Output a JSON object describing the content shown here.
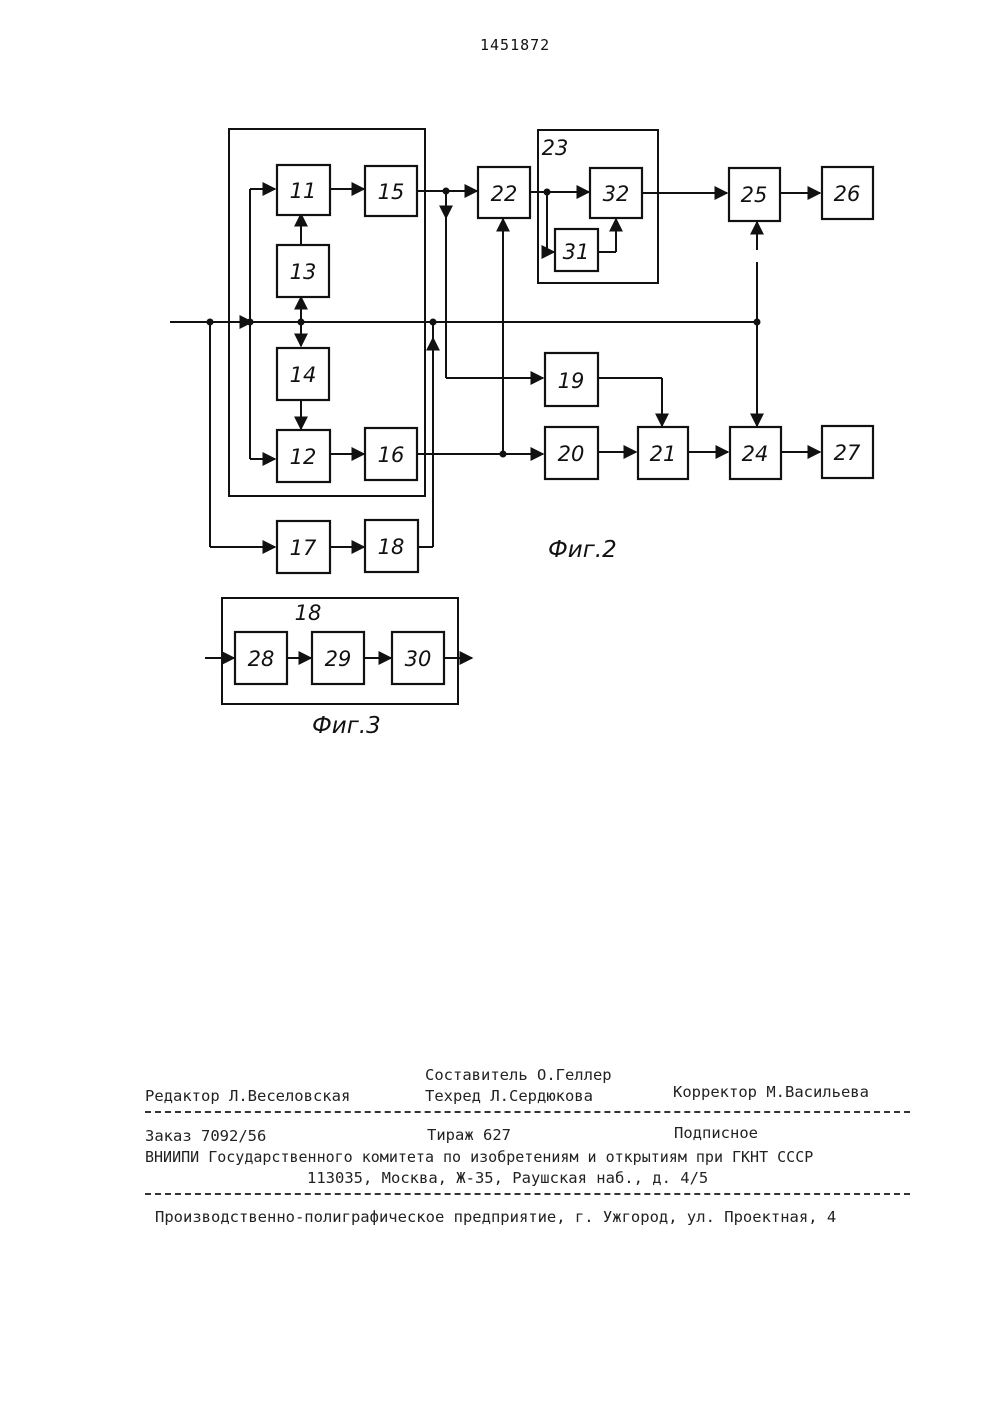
{
  "header": {
    "patent_number": "1451872"
  },
  "figure2": {
    "caption": "Фиг.2",
    "blocks": {
      "b11": "11",
      "b12": "12",
      "b13": "13",
      "b14": "14",
      "b15": "15",
      "b16": "16",
      "b17": "17",
      "b18": "18",
      "b19": "19",
      "b20": "20",
      "b21": "21",
      "b22": "22",
      "b24": "24",
      "b25": "25",
      "b26": "26",
      "b27": "27",
      "b31": "31",
      "b32": "32"
    },
    "group23_label": "23"
  },
  "figure3": {
    "caption": "Фиг.3",
    "group_label": "18",
    "blocks": {
      "b28": "28",
      "b29": "29",
      "b30": "30"
    }
  },
  "footer": {
    "compiler": "Составитель О.Геллер",
    "editor": "Редактор Л.Веселовская",
    "techred": "Техред Л.Сердюкова",
    "corrector": "Корректор М.Васильева",
    "order": "Заказ 7092/56",
    "circulation": "Тираж 627",
    "subscription": "Подписное",
    "institute": "ВНИИПИ Государственного комитета по изобретениям и открытиям при ГКНТ СССР",
    "address": "113035, Москва, Ж-35, Раушская наб., д. 4/5",
    "printer": "Производственно-полиграфическое предприятие, г. Ужгород, ул. Проектная, 4"
  }
}
